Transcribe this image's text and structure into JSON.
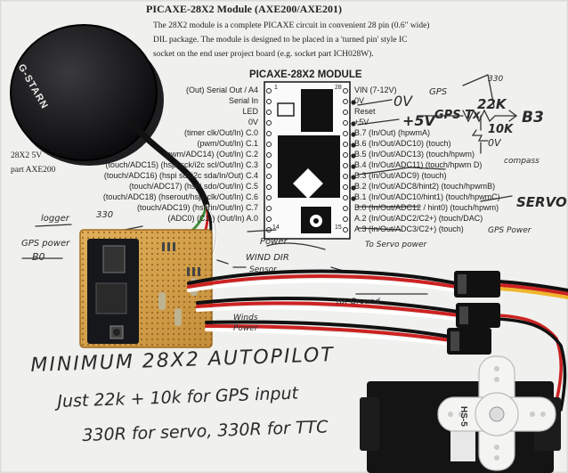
{
  "doc": {
    "heading": "PICAXE-28X2 Module (AXE200/AXE201)",
    "para": [
      "The 28X2 module is a complete PICAXE circuit in convenient 28 pin (0.6\" wide)",
      "DIL package. The module is designed to be placed in a 'turned pin' style IC",
      "socket on the end user project board (e.g. socket part ICH028W)."
    ],
    "side1": "28X2 5V",
    "side2": "part AXE200",
    "module_title": "PICAXE-28X2 MODULE",
    "left_pins": [
      "(Out) Serial Out / A4",
      "Serial In",
      "LED",
      "0V",
      "(timer clk/Out/In) C.0",
      "(pwm/Out/In) C.1",
      "(pwm/ADC14) (Out/In) C.2",
      "(touch/ADC15) (hspi sck/i2c scl/Out/In) C.3",
      "(touch/ADC16) (hspi sdi/i2c sda/In/Out) C.4",
      "(touch/ADC17) (hspi sdo/Out/In) C.5",
      "(touch/ADC18) (hserout/hspi clk/Out/In) C.6",
      "(touch/ADC19) (hserin/Out/In) C.7",
      "(ADC0) (C1-) (Out/In) A.0"
    ],
    "right_pins": [
      "VIN (7-12V)",
      "0V",
      "Reset",
      "+5V",
      "B.7 (In/Out) (hpwmA)",
      "B.6 (In/Out/ADC10) (touch)",
      "B.5 (In/Out/ADC13) (touch/hpwm)",
      "B.4 (In/Out/ADC11) (touch/hpwm D)",
      "B.3 (In/Out/ADC9) (touch)",
      "B.2 (In/Out/ADC8/hint2) (touch/hpwmB)",
      "B.1 (In/Out/ADC10/hint1) (touch/hpwmC)",
      "B.0 (In/Out/ADC12 / hint0) (touch/hpwm)",
      "A.2 (In/Out/ADC2/C2+) (touch/DAC)",
      "A.3 (In/Out/ADC3/C2+) (touch)"
    ],
    "pin_numbers_top": [
      "1",
      "28"
    ],
    "pin_numbers_bottom": [
      "14",
      "15"
    ]
  },
  "notes": {
    "zero_v": "0V",
    "plus_5v": "+5V",
    "gps": "GPS",
    "gps_tx": "GPS Tx",
    "r22k": "22K",
    "r10k": "10K",
    "gnd": "0V",
    "b3": "B3",
    "r330": "330",
    "gps_power": "GPS Power",
    "compass": "compass",
    "servo": "SERVO",
    "servo_power": "To Servo power",
    "logger": "logger",
    "logger_val": "330",
    "gps_power_b0": "GPS power",
    "b0": "B0",
    "power": "Power",
    "wind_dir": "WIND DIR",
    "sensor": "Sensor",
    "winds": "Winds",
    "winds_power": "Power",
    "rx_ground": "RX Ground",
    "title": "MINIMUM 28X2 AUTOPILOT",
    "line1": "Just 22k + 10k for GPS input",
    "line2": "330R for servo, 330R for TTC"
  },
  "gps_label": "G-STARN",
  "servo_label": "HS-5"
}
